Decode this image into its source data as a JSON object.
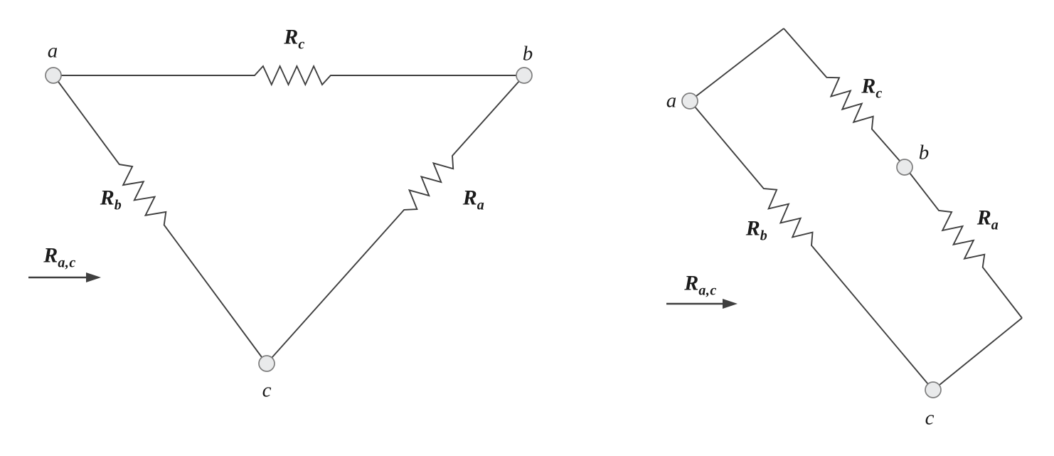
{
  "figure": {
    "bg": "#ffffff",
    "line_color": "#3f3f3f",
    "node_fill": "#e9eaeb",
    "node_stroke": "#7d7d7d",
    "text_color": "#1b1b1b"
  },
  "left_diagram": {
    "description": "delta-resistor-network",
    "nodes": {
      "a": "a",
      "b": "b",
      "c": "c"
    },
    "resistors": {
      "rc": {
        "main": "R",
        "sub": "c"
      },
      "rb": {
        "main": "R",
        "sub": "b"
      },
      "ra": {
        "main": "R",
        "sub": "a"
      }
    },
    "equivalent_resistance_label": {
      "main": "R",
      "sub": "a,c"
    }
  },
  "right_diagram": {
    "description": "series-parallel-equivalent-network",
    "nodes": {
      "a": "a",
      "b": "b",
      "c": "c"
    },
    "resistors": {
      "rc": {
        "main": "R",
        "sub": "c"
      },
      "rb": {
        "main": "R",
        "sub": "b"
      },
      "ra": {
        "main": "R",
        "sub": "a"
      }
    },
    "equivalent_resistance_label": {
      "main": "R",
      "sub": "a,c"
    }
  }
}
